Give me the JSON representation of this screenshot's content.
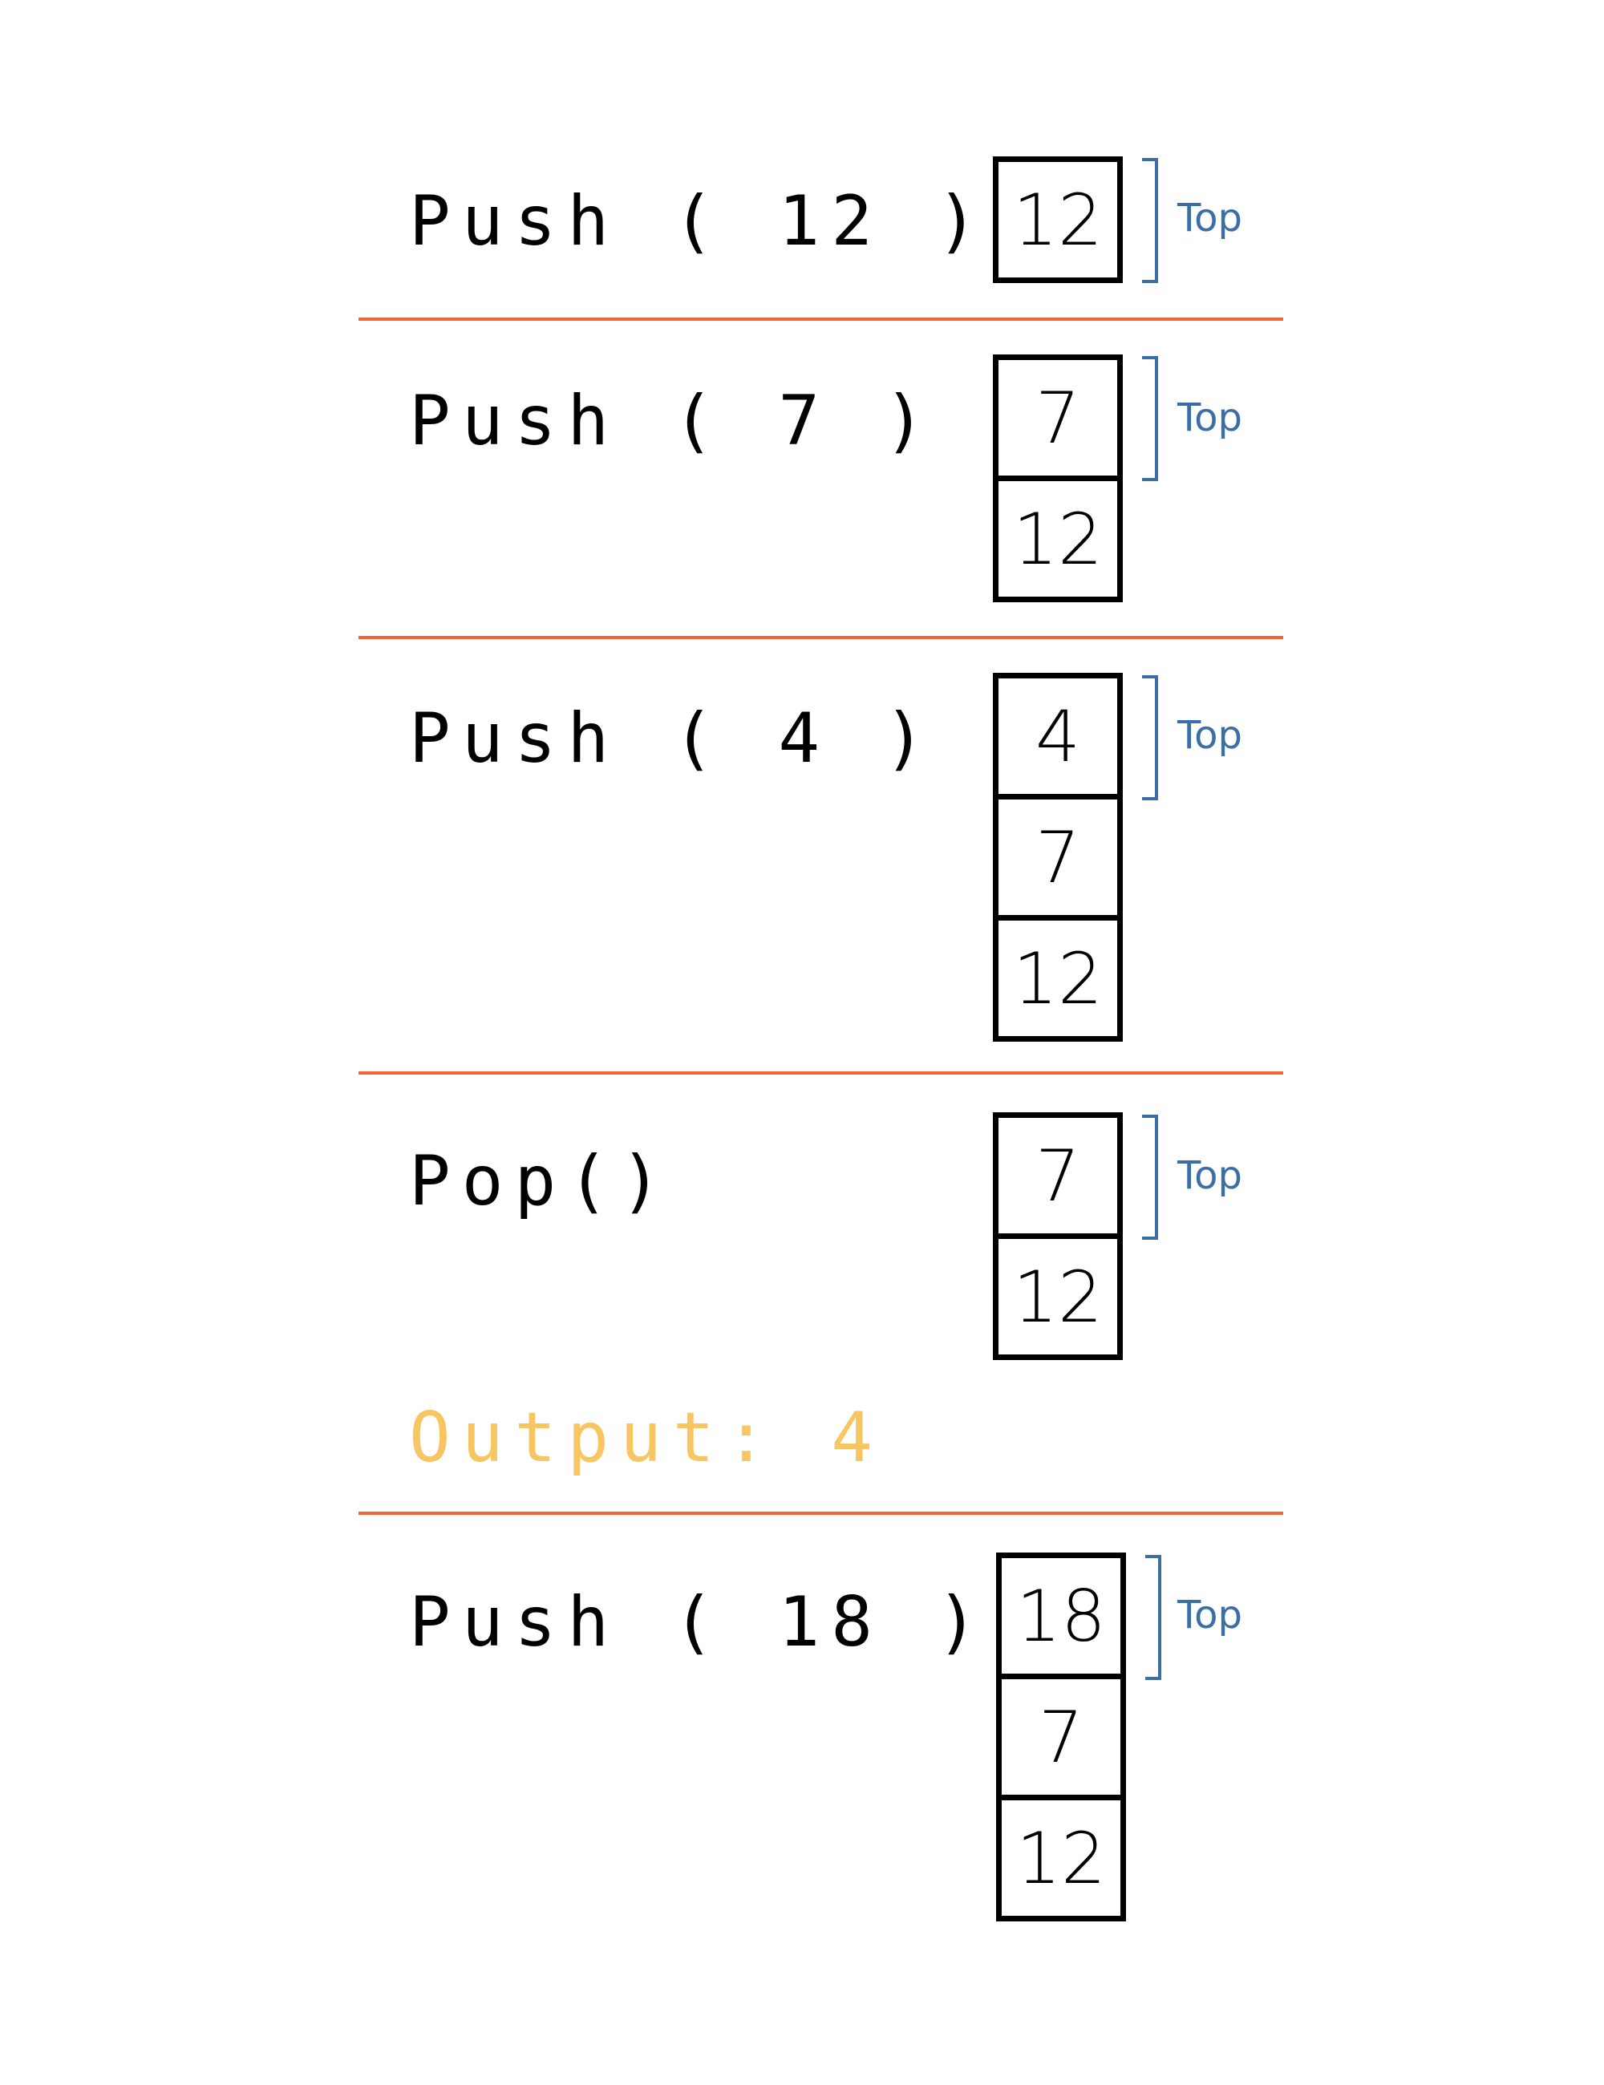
{
  "top_label": "Top",
  "steps": [
    {
      "op": "Push ( 12 )",
      "stack": [
        "12"
      ]
    },
    {
      "op": "Push ( 7 )",
      "stack": [
        "7",
        "12"
      ]
    },
    {
      "op": "Push ( 4 )",
      "stack": [
        "4",
        "7",
        "12"
      ]
    },
    {
      "op": "Pop()",
      "stack": [
        "7",
        "12"
      ],
      "output": "Output: 4"
    },
    {
      "op": "Push ( 18 )",
      "stack": [
        "18",
        "7",
        "12"
      ]
    }
  ],
  "colors": {
    "divider": "#f26535",
    "output": "#f7c562",
    "top_bracket": "#3c6ea6"
  }
}
